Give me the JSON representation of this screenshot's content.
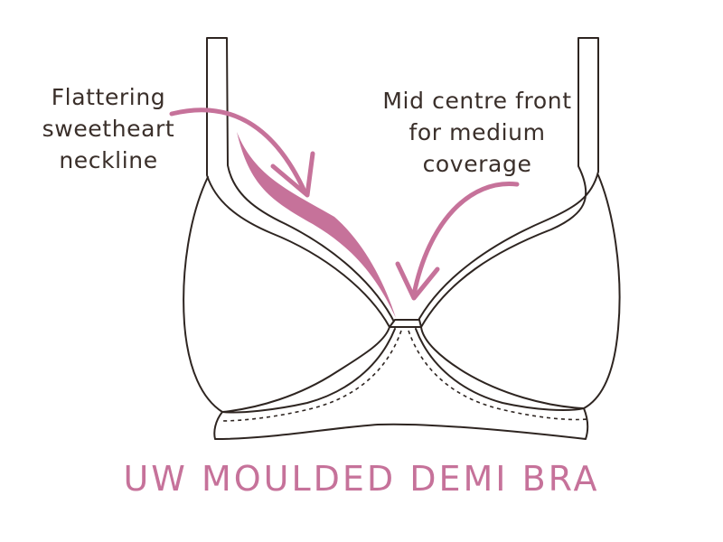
{
  "callouts": {
    "neckline": [
      "Flattering",
      "sweetheart",
      "neckline"
    ],
    "coverage": [
      "Mid centre front",
      "for medium",
      "coverage"
    ]
  },
  "product_title": "UW MOULDED DEMI BRA",
  "colors": {
    "outline": "#2e2521",
    "accent": "#c6729a",
    "text": "#3a2f2a",
    "background": "#ffffff"
  }
}
